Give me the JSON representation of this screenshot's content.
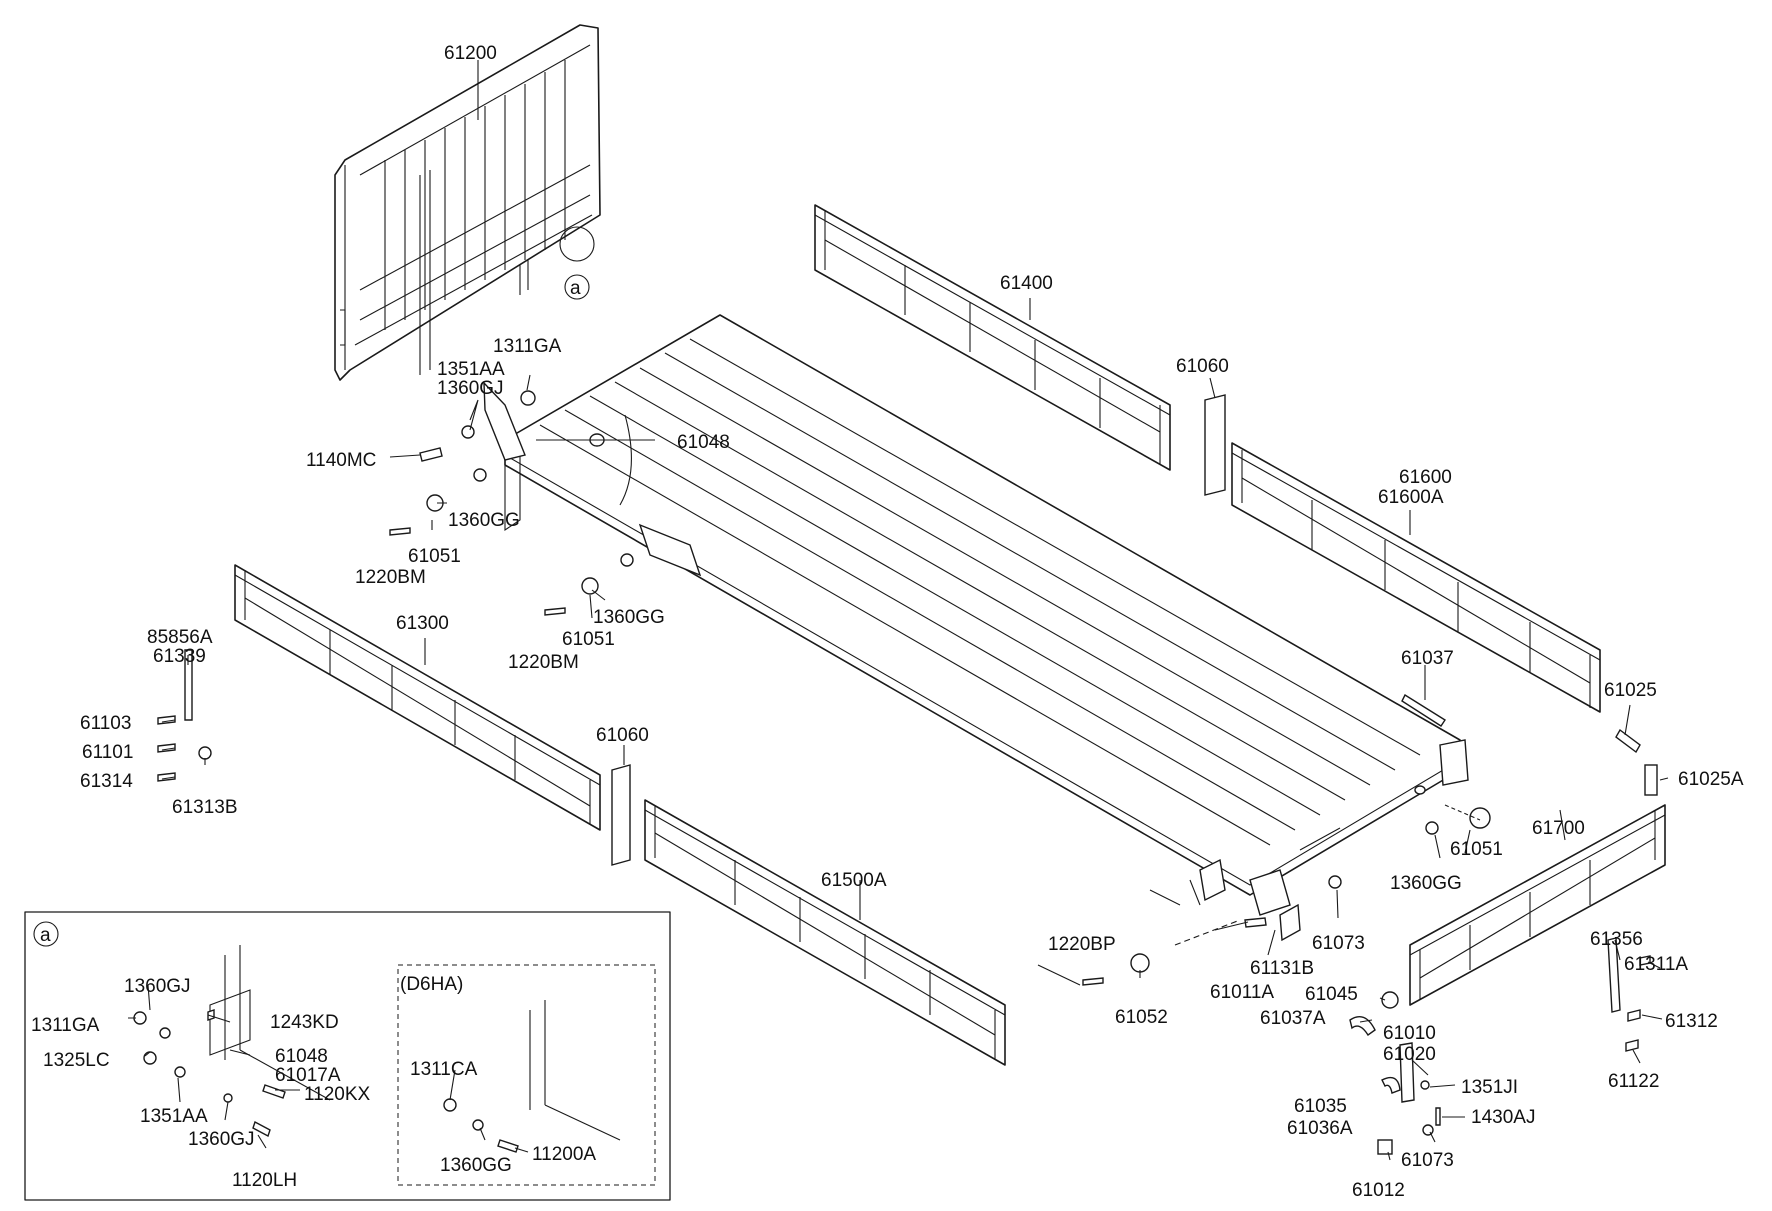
{
  "labels": [
    "61200",
    "1311GA",
    "1351AA",
    "1360GJ",
    "1140MC",
    "61048",
    "1360GG",
    "61051",
    "1220BM",
    "1360GG",
    "61051",
    "1220BM",
    "61400",
    "61060",
    "61600",
    "61600A",
    "61037",
    "61025",
    "61025A",
    "85856A",
    "61339",
    "61103",
    "61101",
    "61314",
    "61313B",
    "61300",
    "61060",
    "61500A",
    "61051",
    "1360GG",
    "61700",
    "1220BP",
    "61073",
    "61131B",
    "61011A",
    "61052",
    "61356",
    "61311A",
    "61312",
    "61122",
    "61045",
    "61037A",
    "61010",
    "61020",
    "1351JI",
    "1430AJ",
    "61035",
    "61036A",
    "61012",
    "61073"
  ],
  "detail": {
    "callout": "a",
    "title": "a",
    "variant_title": "(D6HA)",
    "labels": [
      "1360GJ",
      "1243KD",
      "1311GA",
      "1325LC",
      "61048",
      "61017A",
      "1120KX",
      "1351AA",
      "1360GJ",
      "1120LH",
      "1311CA",
      "1360GG",
      "11200A"
    ]
  }
}
